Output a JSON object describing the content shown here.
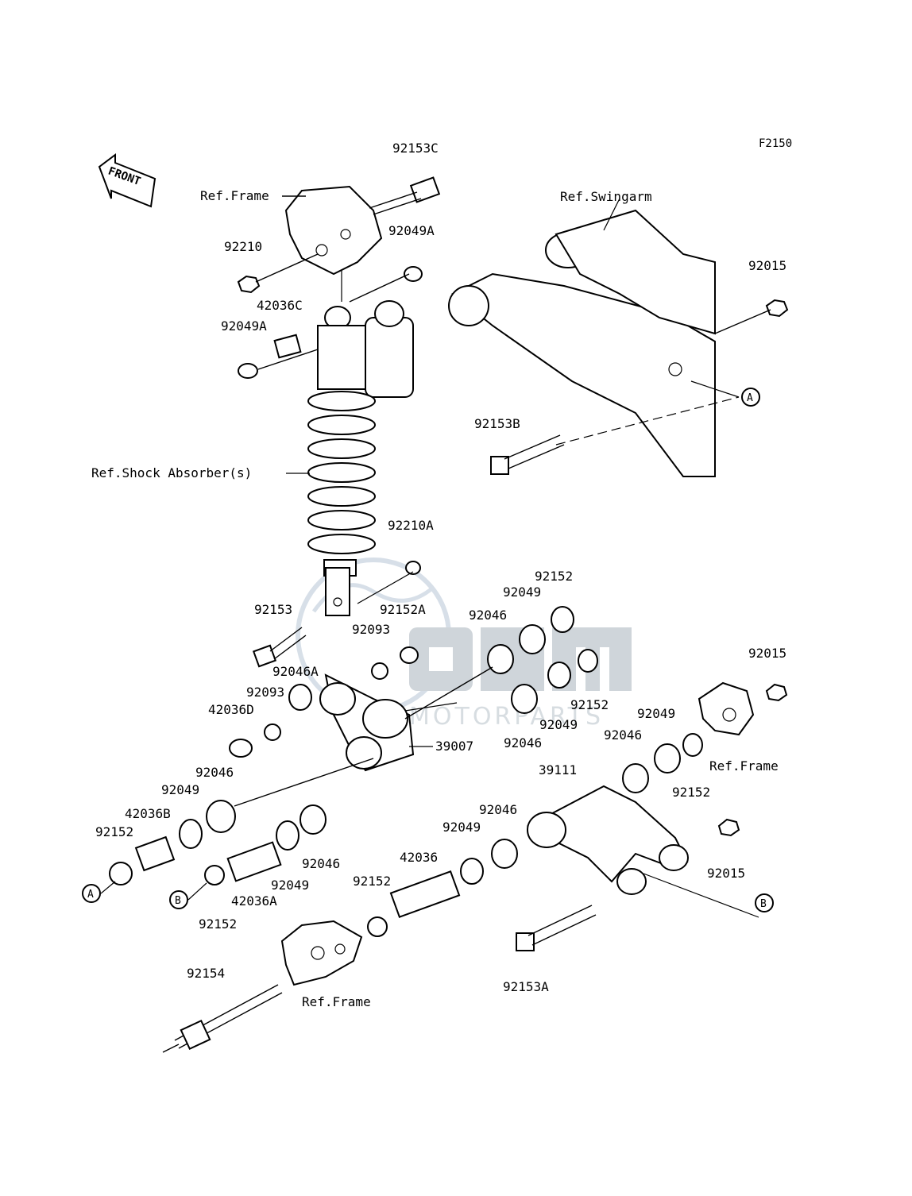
{
  "figure_code": "F2150",
  "front_arrow_label": "FRONT",
  "watermark": {
    "brand": "OSM",
    "sub": "MOTORPARTS",
    "color": "#9aa8b4"
  },
  "ref_labels": {
    "frame_top": "Ref.Frame",
    "swingarm": "Ref.Swingarm",
    "shock_absorber": "Ref.Shock Absorber(s)",
    "frame_right": "Ref.Frame",
    "frame_bottom": "Ref.Frame"
  },
  "callouts": {
    "A": "A",
    "B": "B"
  },
  "part_labels": [
    "92153C",
    "92049A",
    "92210",
    "42036C",
    "92049A",
    "92015",
    "92153B",
    "92210A",
    "92153",
    "92152",
    "92049",
    "92046",
    "92152A",
    "92093",
    "92046A",
    "92093",
    "42036D",
    "92152",
    "92049",
    "92015",
    "92046",
    "39007",
    "92049",
    "92046",
    "92046",
    "92049",
    "42036B",
    "92152",
    "39111",
    "92152",
    "92046",
    "92049",
    "42036",
    "92046",
    "92049",
    "42036A",
    "92152",
    "92152",
    "92015",
    "92154",
    "92153A"
  ]
}
